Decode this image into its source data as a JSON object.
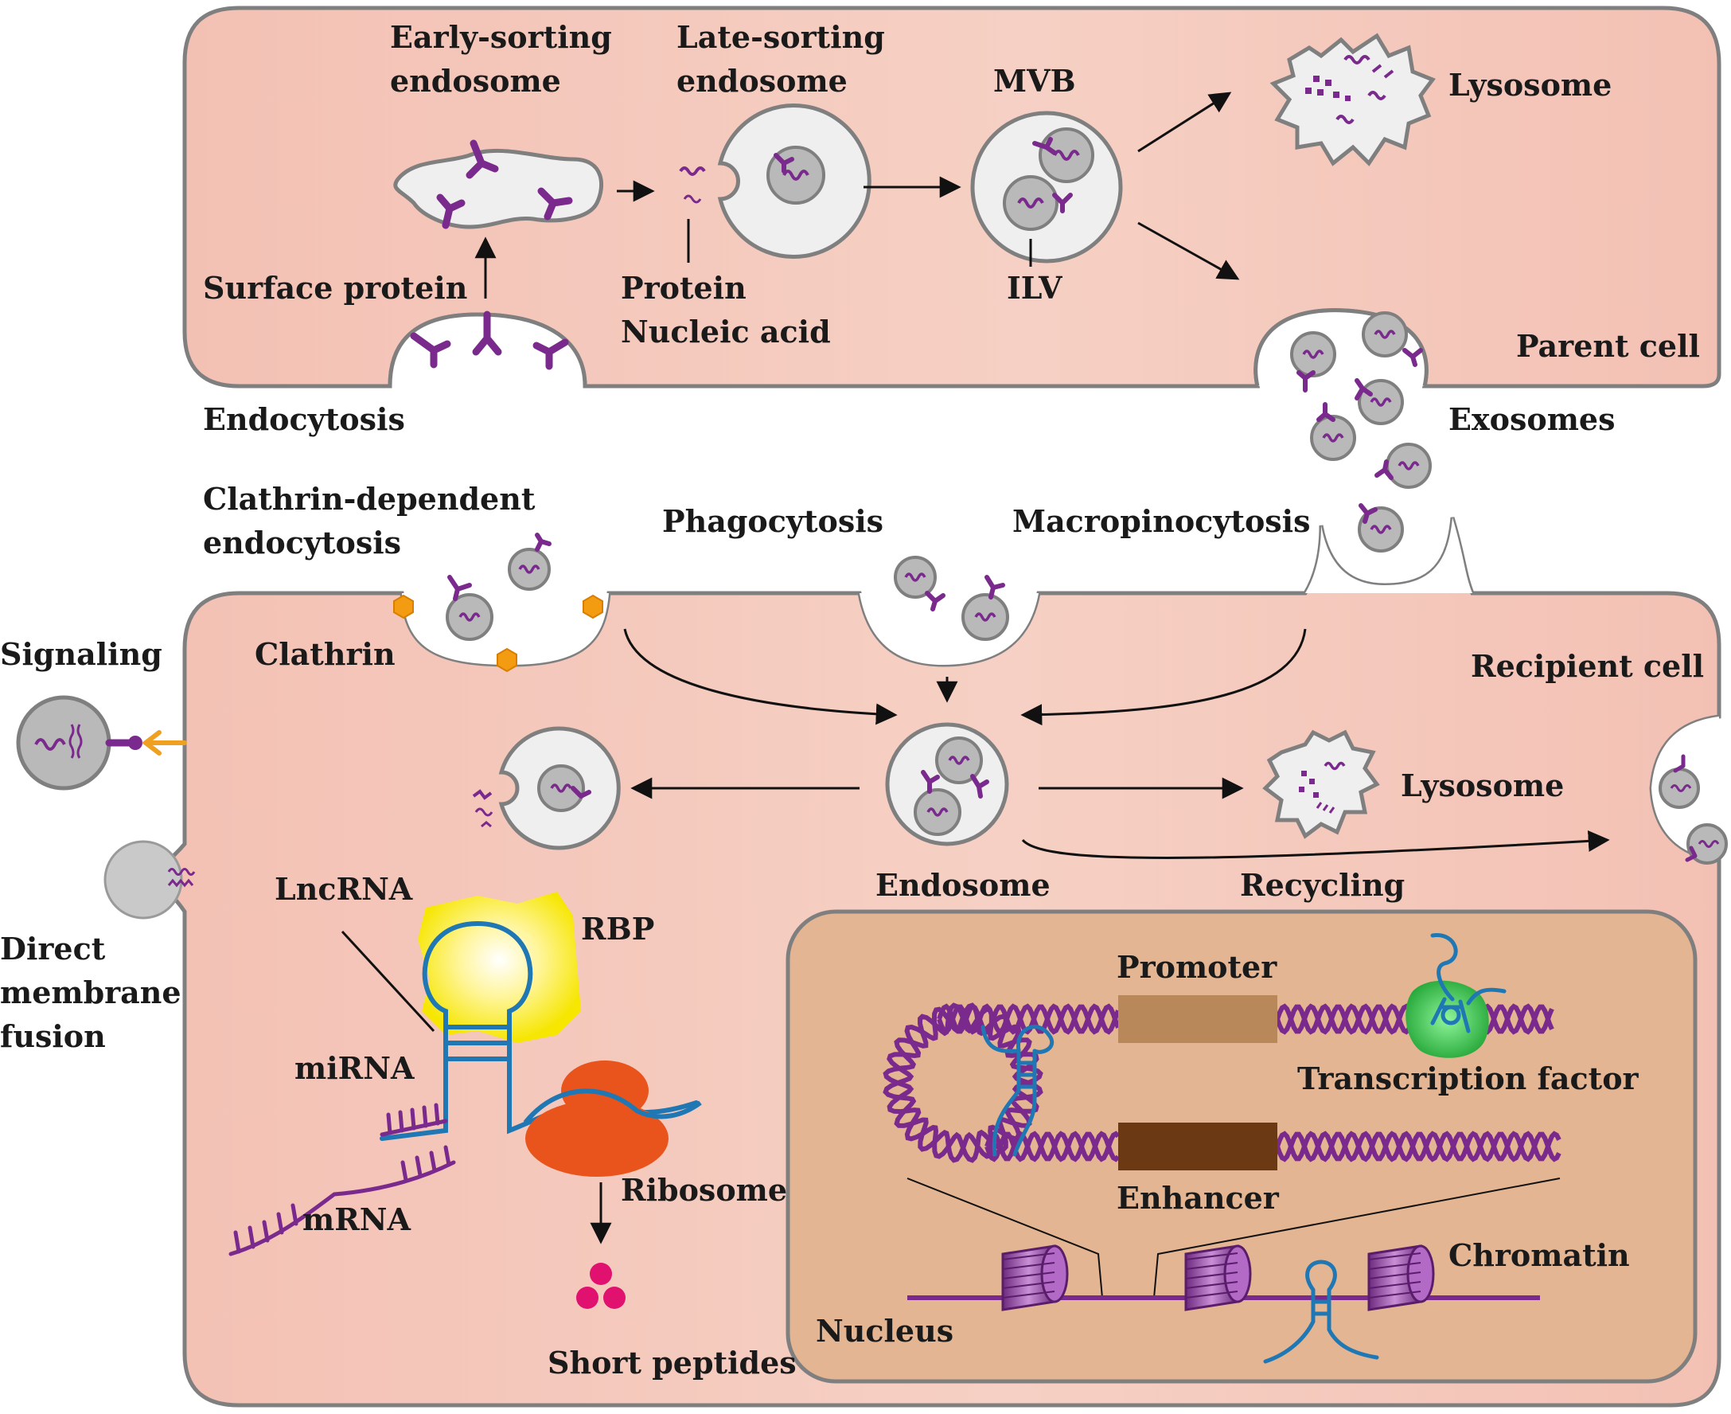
{
  "labels": {
    "early_sorting_1": "Early-sorting",
    "early_sorting_2": "endosome",
    "late_sorting_1": "Late-sorting",
    "late_sorting_2": "endosome",
    "mvb": "MVB",
    "lysosome_top": "Lysosome",
    "surface_protein": "Surface protein",
    "protein": "Protein",
    "nucleic_acid": "Nucleic acid",
    "ilv": "ILV",
    "parent_cell": "Parent cell",
    "endocytosis": "Endocytosis",
    "exosomes": "Exosomes",
    "clathrin_dep_1": "Clathrin-dependent",
    "clathrin_dep_2": "endocytosis",
    "phagocytosis": "Phagocytosis",
    "macropinocytosis": "Macropinocytosis",
    "signaling": "Signaling",
    "clathrin": "Clathrin",
    "recipient_cell": "Recipient cell",
    "lysosome_bottom": "Lysosome",
    "endosome": "Endosome",
    "recycling": "Recycling",
    "lncrna": "LncRNA",
    "rbp": "RBP",
    "direct_1": "Direct",
    "direct_2": "membrane",
    "direct_3": "fusion",
    "mirna": "miRNA",
    "mrna": "mRNA",
    "ribosome": "Ribosome",
    "short_peptides": "Short peptides",
    "promoter": "Promoter",
    "transcription_factor": "Transcription factor",
    "enhancer": "Enhancer",
    "chromatin": "Chromatin",
    "nucleus": "Nucleus"
  },
  "colors": {
    "cell_fill": "#f5c9bd",
    "cell_stroke": "#7f7f7f",
    "nucleus_fill": "#e3b592",
    "vesicle_fill": "#efefef",
    "exosome_fill": "#b9b9b9",
    "purple": "#7a2a8c",
    "blue_rna": "#1f77b4",
    "clathrin": "#f39c12",
    "ribosome": "#e8541c",
    "rbp": "#f6e600",
    "tf": "#3ec34a",
    "peptide": "#e0116f",
    "promoter": "#b8885a",
    "enhancer": "#6b3a14",
    "signal_arrow": "#f0a020"
  },
  "icons": [
    "y-shaped-surface-protein-icon",
    "nucleic-acid-squiggle-icon",
    "clathrin-hexagon-icon",
    "nucleosome-icon",
    "hairpin-rna-icon"
  ]
}
